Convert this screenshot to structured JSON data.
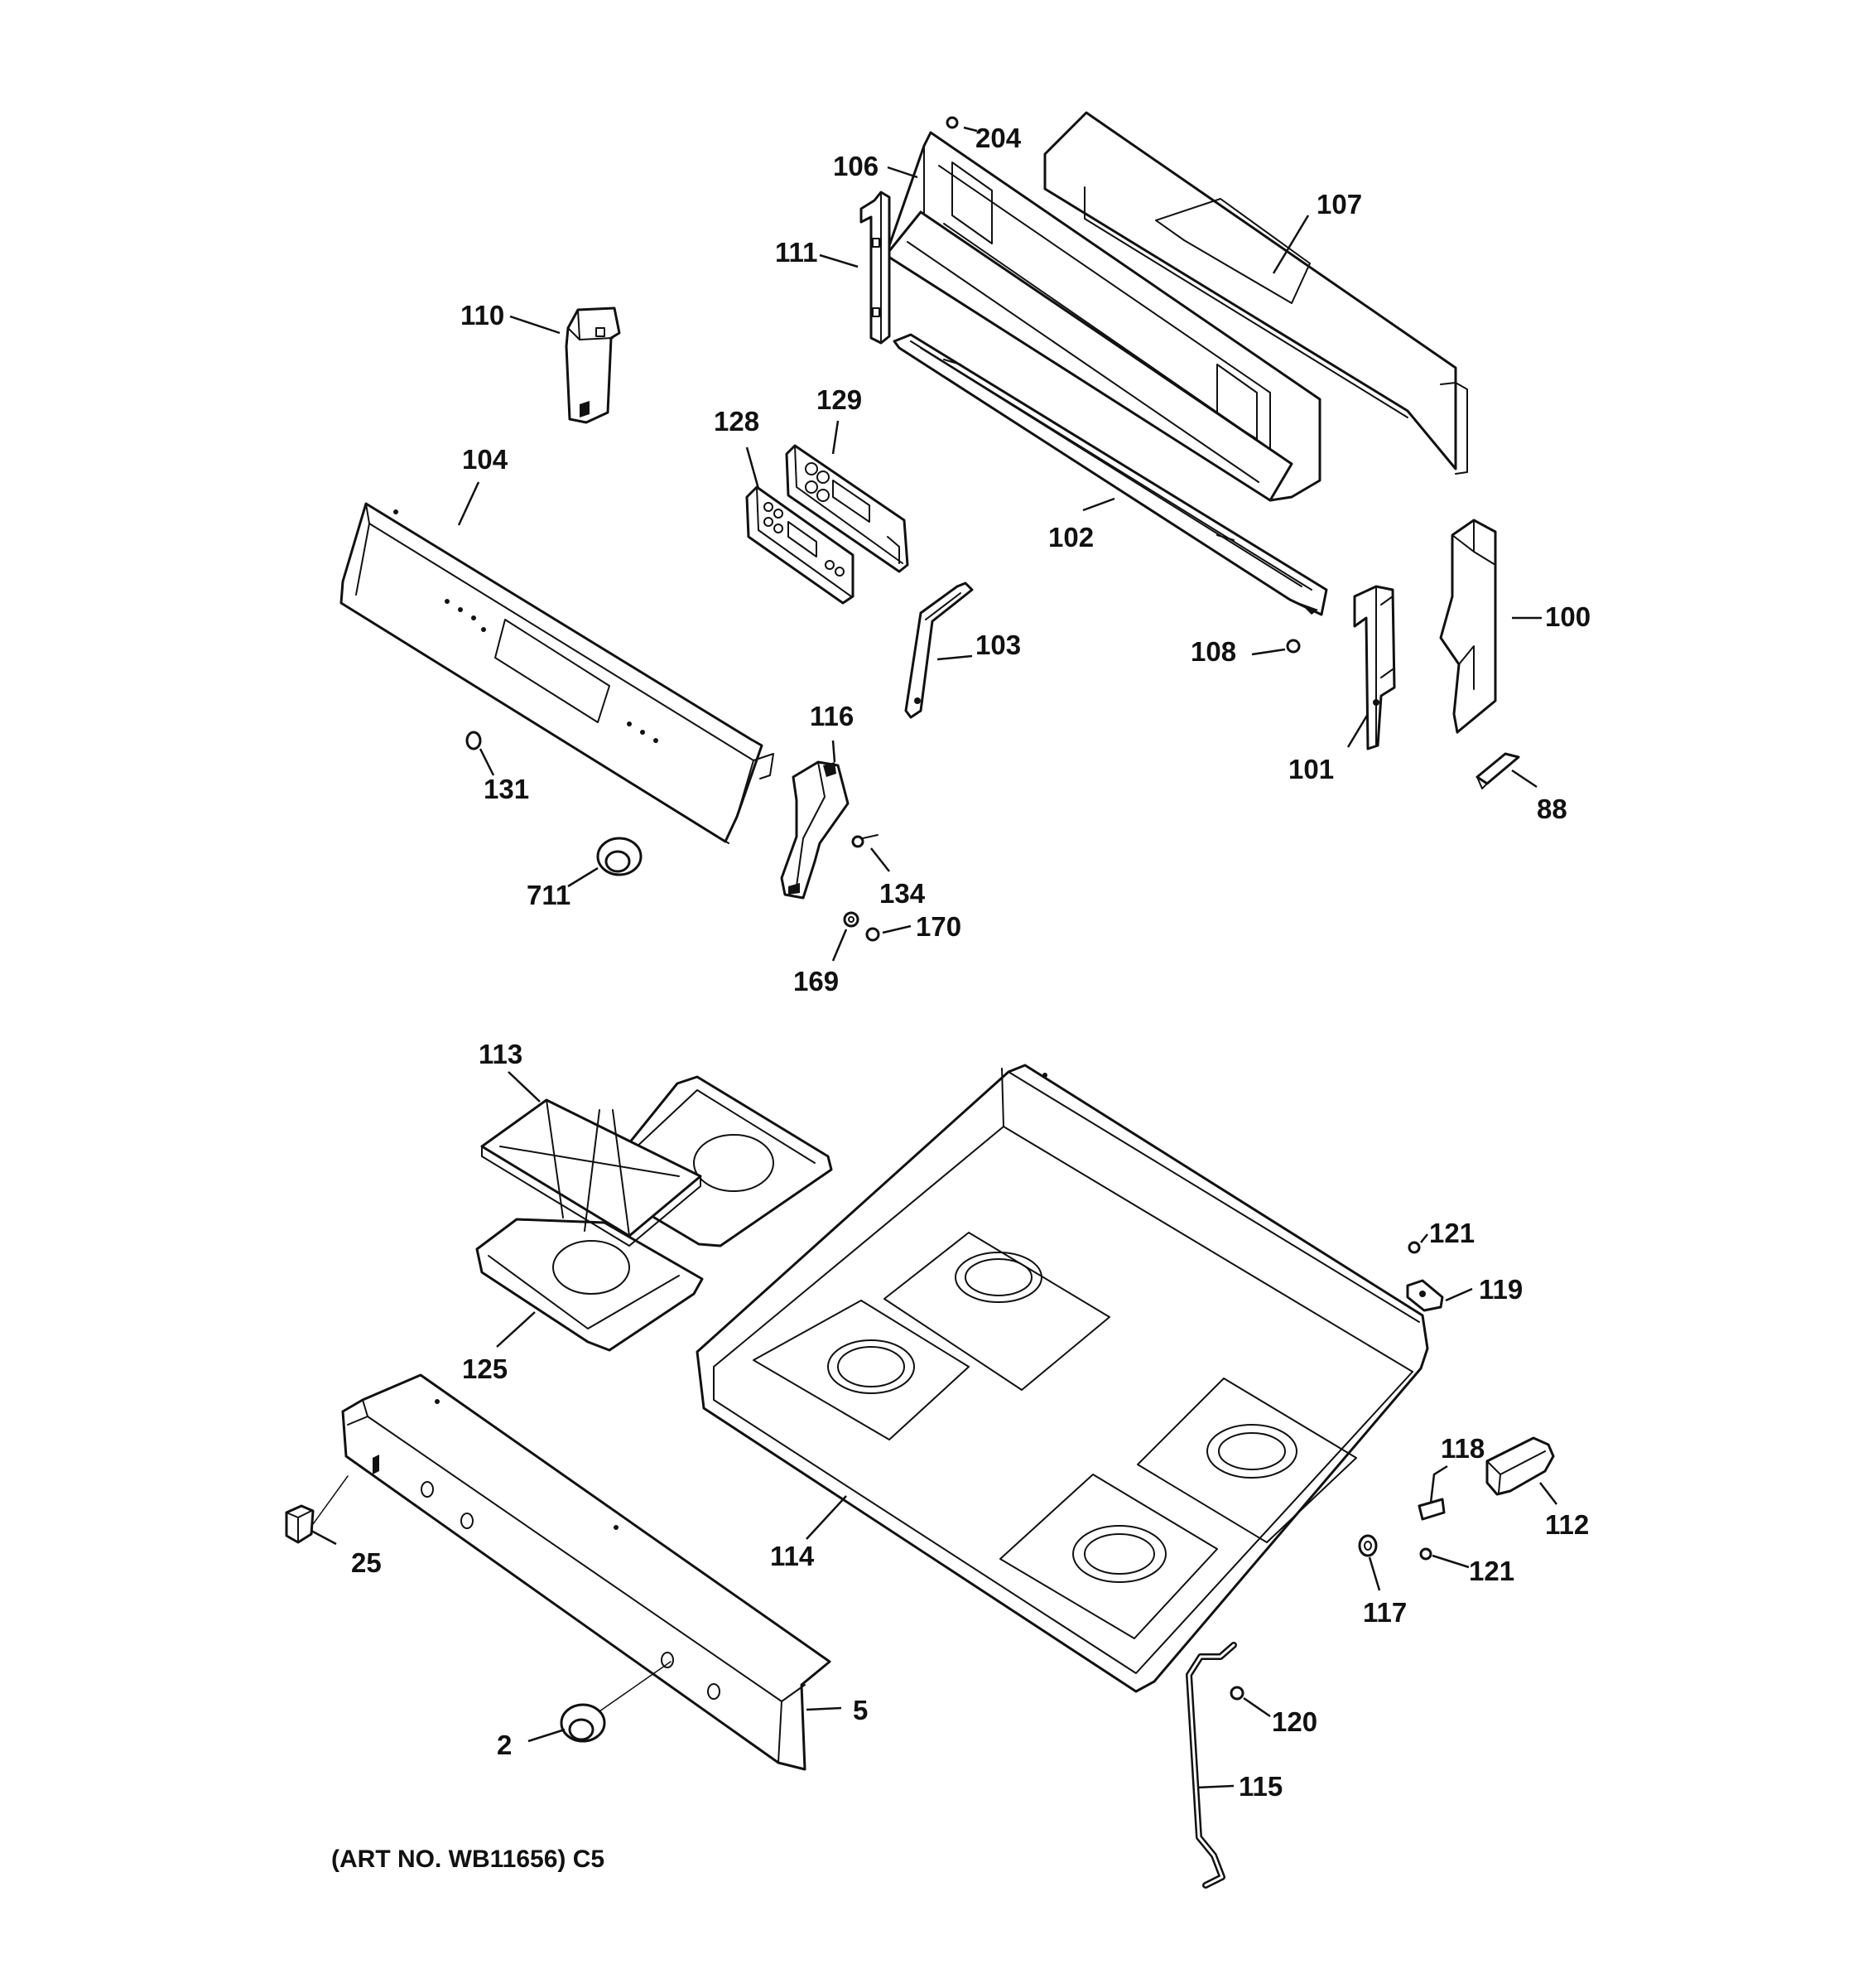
{
  "caption": "(ART NO. WB11656) C5",
  "parts": {
    "p204": "204",
    "p106": "106",
    "p107": "107",
    "p111": "111",
    "p110": "110",
    "p128": "128",
    "p129": "129",
    "p104": "104",
    "p102": "102",
    "p103": "103",
    "p100": "100",
    "p108": "108",
    "p101": "101",
    "p88": "88",
    "p131": "131",
    "p116": "116",
    "p134": "134",
    "p711": "711",
    "p170": "170",
    "p169": "169",
    "p113": "113",
    "p121a": "121",
    "p119": "119",
    "p125": "125",
    "p118": "118",
    "p112": "112",
    "p25": "25",
    "p114": "114",
    "p121b": "121",
    "p117": "117",
    "p5": "5",
    "p120": "120",
    "p2": "2",
    "p115": "115"
  }
}
